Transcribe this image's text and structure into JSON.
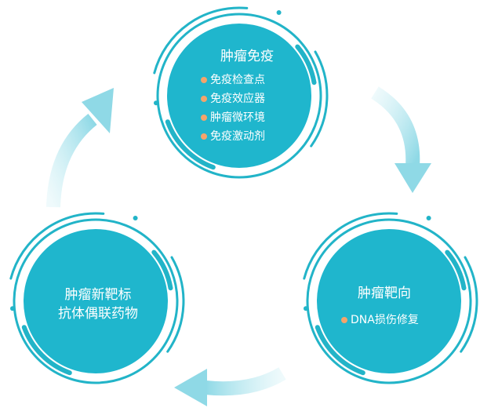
{
  "colors": {
    "circle_fill": "#1fb6cd",
    "ring": "#22b4c8",
    "arrow": "#8fd9e6",
    "bullet": "#f4a46b",
    "text": "#ffffff"
  },
  "nodes": {
    "top": {
      "title": "肿瘤免疫",
      "items": [
        "免疫检查点",
        "免疫效应器",
        "肿瘤微环境",
        "免疫激动剂"
      ]
    },
    "right": {
      "title": "肿瘤靶向",
      "items": [
        "DNA损伤修复"
      ]
    },
    "left": {
      "title_line1": "肿瘤新靶标",
      "title_line2": "抗体偶联药物"
    }
  },
  "arrows": [
    "top-to-right",
    "right-to-left",
    "left-to-top"
  ]
}
